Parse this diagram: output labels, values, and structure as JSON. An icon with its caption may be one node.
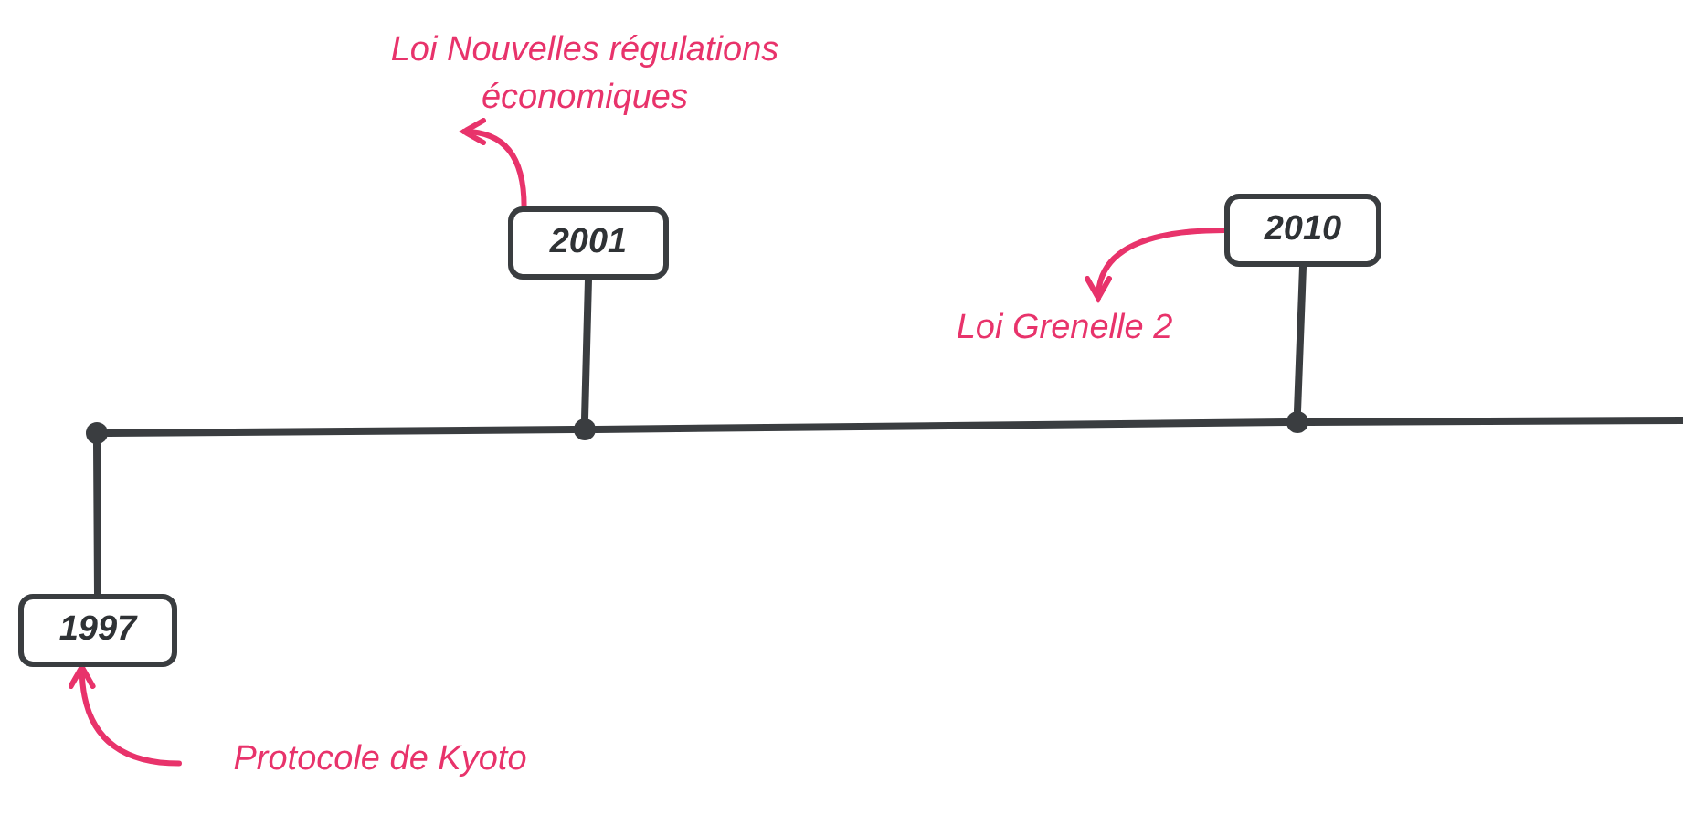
{
  "diagram": {
    "nodes": [
      {
        "text": [
          "Loi Nouvelles régulations économiques"
        ]
      },
      {
        "text": [
          "2001"
        ]
      },
      {
        "text": [
          "2010"
        ]
      },
      {
        "text": [
          "Loi Grenelle 2"
        ]
      },
      {
        "text": [],
        "shape": "circle"
      },
      {
        "text": [],
        "shape": "circle"
      },
      {
        "text": [],
        "shape": "circle"
      },
      {
        "text": [
          "1997"
        ]
      },
      {
        "text": [
          "Protocole de Kyoto"
        ]
      }
    ],
    "edges": [
      {
        "from": 1,
        "to": 0,
        "arrow": "to",
        "color": "#e8336b"
      },
      {
        "from": 2,
        "to": 3,
        "arrow": "to",
        "color": "#e8336b"
      },
      {
        "from": 8,
        "to": 7,
        "arrow": "to",
        "color": "#e8336b"
      },
      {
        "from": 4,
        "to": 7,
        "arrow": "none"
      },
      {
        "from": 5,
        "to": 1,
        "arrow": "none"
      },
      {
        "from": 6,
        "to": 2,
        "arrow": "none"
      },
      {
        "from": 4,
        "to": 5,
        "arrow": "none"
      },
      {
        "from": 5,
        "to": 6,
        "arrow": "none"
      },
      {
        "from": 6,
        "to": null,
        "arrow": "none"
      }
    ]
  }
}
